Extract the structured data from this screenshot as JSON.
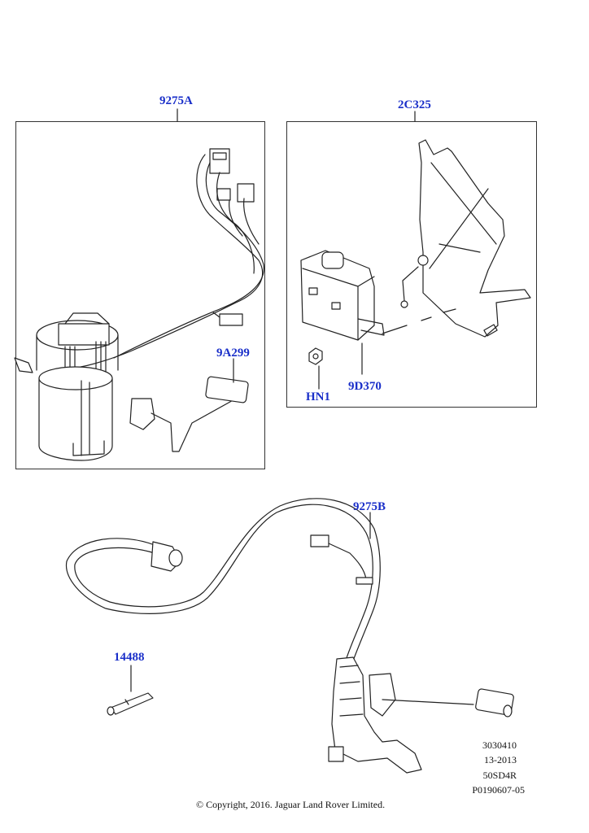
{
  "callouts": {
    "fuel_pump_assembly": "9275A",
    "bracket": "2C325",
    "fuel_level_sender": "9A299",
    "control_module": "9D370",
    "nut": "HN1",
    "sender_assembly": "9275B",
    "connector_pin": "14488"
  },
  "reference": {
    "line1": "3030410",
    "line2": "13-2013",
    "line3": "50SD4R",
    "line4": "P0190607-05"
  },
  "copyright": "© Copyright, 2016. Jaguar Land Rover Limited.",
  "colors": {
    "callout": "#1a2fc9",
    "line": "#222222",
    "frame": "#333333"
  }
}
